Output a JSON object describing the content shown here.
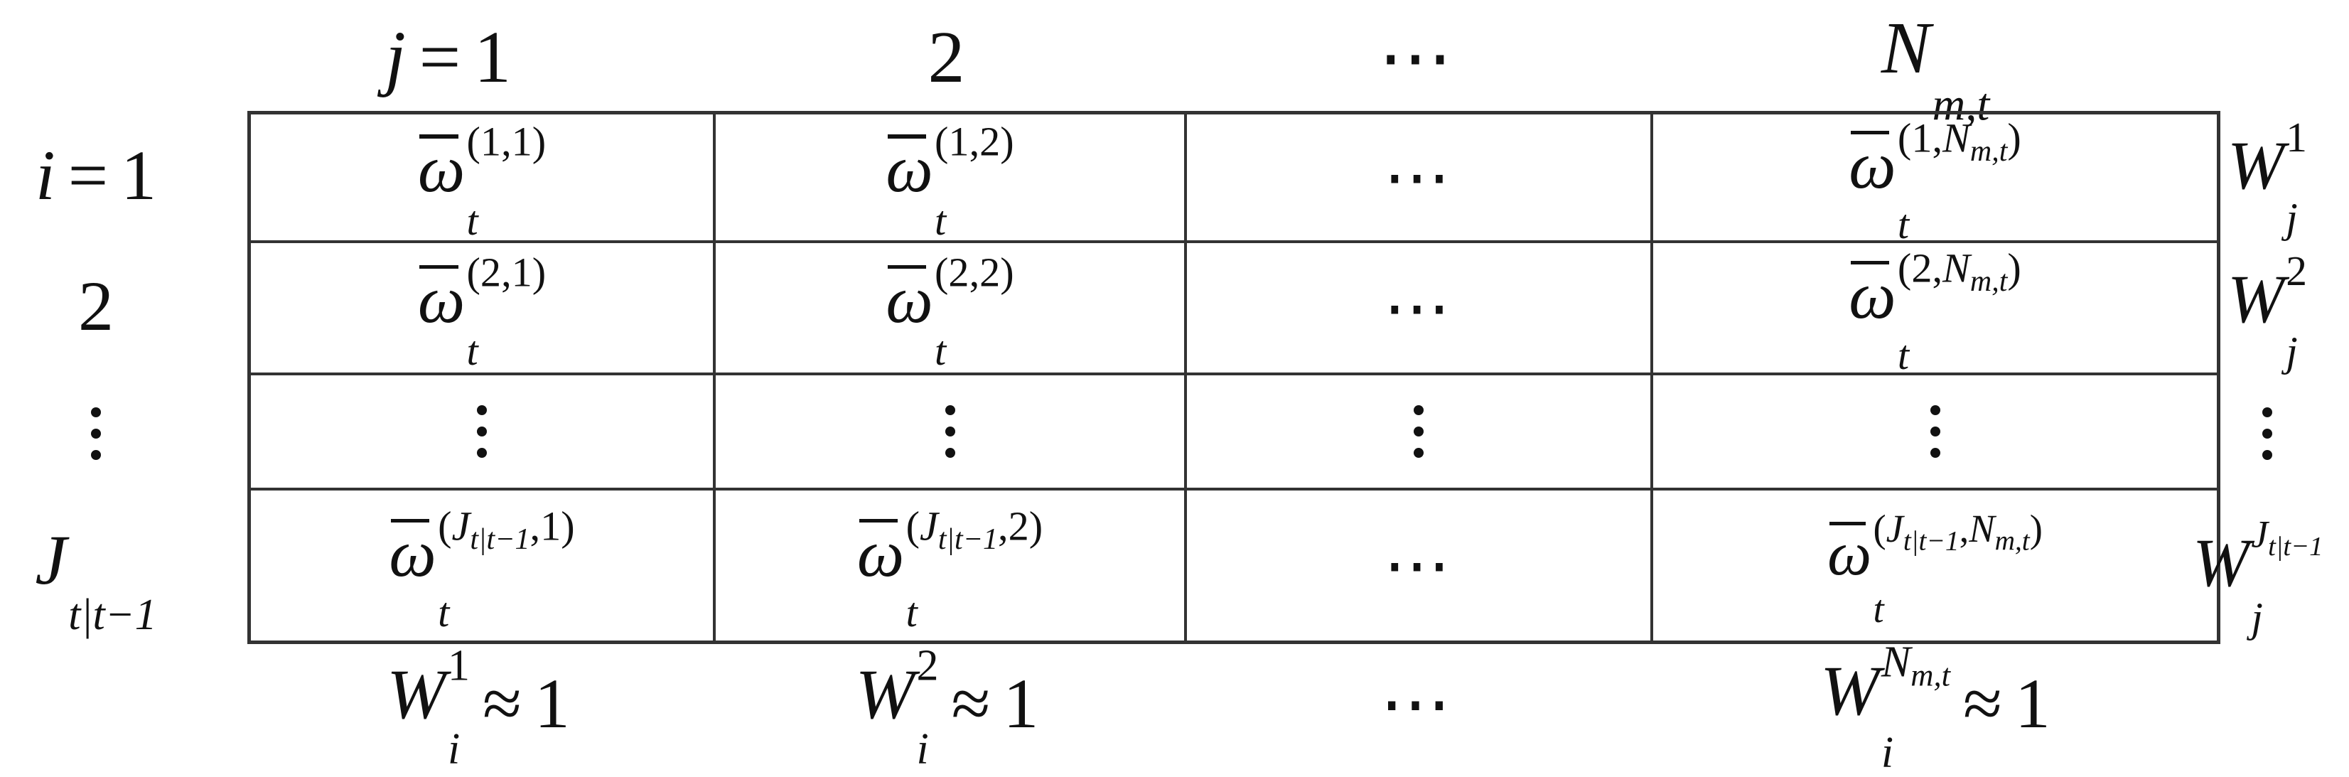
{
  "column_headers": [
    {
      "var": "j",
      "eq": "=",
      "value": "1"
    },
    {
      "value": "2"
    },
    {
      "value": "⋯"
    },
    {
      "base": "N",
      "sub": "m,t"
    }
  ],
  "row_headers": [
    {
      "var": "i",
      "eq": "=",
      "value": "1"
    },
    {
      "value": "2"
    },
    {
      "value": "⋮"
    },
    {
      "base": "J",
      "sub": "t|t−1"
    }
  ],
  "cells": {
    "symbol": "ω",
    "time_index": "t",
    "rows": [
      [
        "(1,1)",
        "(1,2)",
        "⋯",
        "(1,N_{m,t})"
      ],
      [
        "(2,1)",
        "(2,2)",
        "⋯",
        "(2,N_{m,t})"
      ],
      [
        "⋮",
        "⋮",
        "⋮",
        "⋮"
      ],
      [
        "(J_{t|t−1},1)",
        "(J_{t|t−1},2)",
        "⋯",
        "(J_{t|t−1},N_{m,t})"
      ]
    ]
  },
  "row_sums": [
    {
      "base": "W",
      "sup": "1",
      "sub": "j"
    },
    {
      "base": "W",
      "sup": "2",
      "sub": "j"
    },
    {
      "value": "⋮"
    },
    {
      "base": "W",
      "sup": "J_{t|t−1}",
      "sub": "j"
    }
  ],
  "column_sums": [
    {
      "base": "W",
      "sup": "1",
      "sub": "i",
      "relation": "≈",
      "value": "1"
    },
    {
      "base": "W",
      "sup": "2",
      "sub": "i",
      "relation": "≈",
      "value": "1"
    },
    {
      "value": "⋯"
    },
    {
      "base": "W",
      "sup": "N_{m,t}",
      "sub": "i",
      "relation": "≈",
      "value": "1"
    }
  ],
  "sup_parts": {
    "open": "(",
    "close": ")",
    "comma": ",",
    "n_base": "N",
    "n_sub": "m,t",
    "j_base": "J",
    "j_sub": "t|t−1"
  }
}
